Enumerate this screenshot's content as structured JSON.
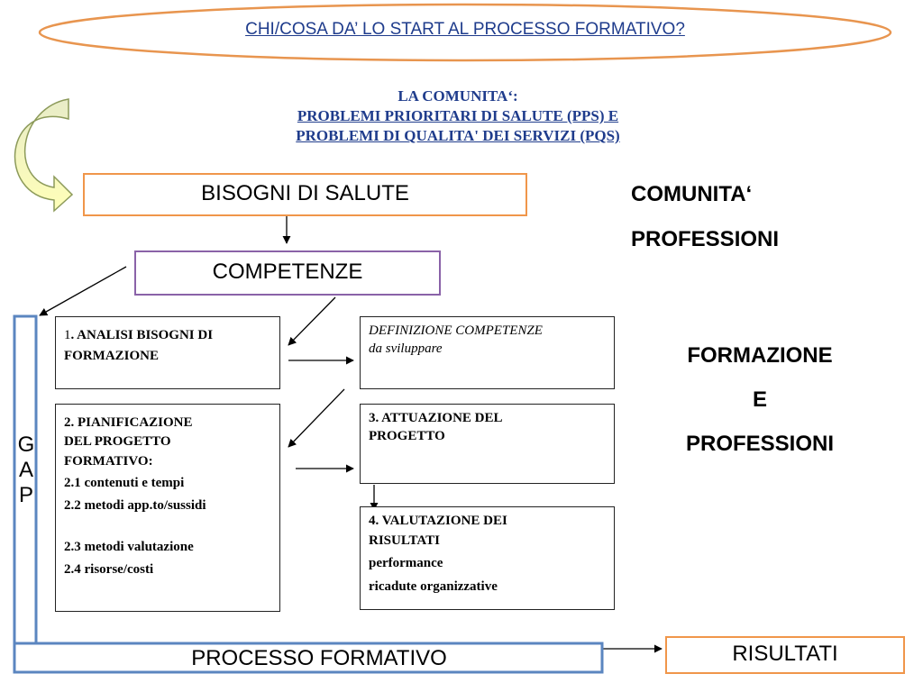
{
  "header": {
    "title": "CHI/COSA DA’ LO START AL PROCESSO FORMATIVO?",
    "sub_line1": "LA COMUNITA‘:",
    "sub_line2": "PROBLEMI PRIORITARI DI SALUTE (PPS) E",
    "sub_line3": "PROBLEMI DI QUALITA' DEI SERVIZI (PQS)"
  },
  "nodes": {
    "bisogni": "BISOGNI DI SALUTE",
    "competenze": "COMPETENZE",
    "analisi": {
      "num": "1",
      "line1": ". ANALISI BISOGNI DI",
      "line2": "FORMAZIONE"
    },
    "definizione": {
      "line1": "DEFINIZIONE COMPETENZE",
      "line2": "da sviluppare"
    },
    "pianificazione": {
      "line1": "2. PIANIFICAZIONE",
      "line2": "DEL PROGETTO",
      "line3": "FORMATIVO:",
      "line4": "2.1 contenuti e tempi",
      "line5": "2.2 metodi app.to/sussidi",
      "line6": "2.3 metodi valutazione",
      "line7": "2.4 risorse/costi"
    },
    "attuazione": {
      "line1": "3. ATTUAZIONE DEL",
      "line2": "PROGETTO"
    },
    "valutazione": {
      "line1": "4. VALUTAZIONE DEI",
      "line2": "RISULTATI",
      "line3": "performance",
      "line4": "ricadute organizzative"
    },
    "processo": "PROCESSO FORMATIVO",
    "risultati": "RISULTATI",
    "gap": [
      "G",
      "A",
      "P"
    ]
  },
  "side_labels": {
    "comunita": "COMUNITA‘",
    "professioni": "PROFESSIONI",
    "formazione": "FORMAZIONE",
    "e": "E",
    "professioni2": "PROFESSIONI"
  },
  "colors": {
    "title_blue": "#1f3c8c",
    "oval_orange": "#e8954f",
    "orange_border": "#f0964a",
    "purple_border": "#8a62a8",
    "blue_border": "#5b86c0",
    "arrow_fill": "#f5f5b5",
    "arrow_stroke": "#8c9a5a"
  }
}
